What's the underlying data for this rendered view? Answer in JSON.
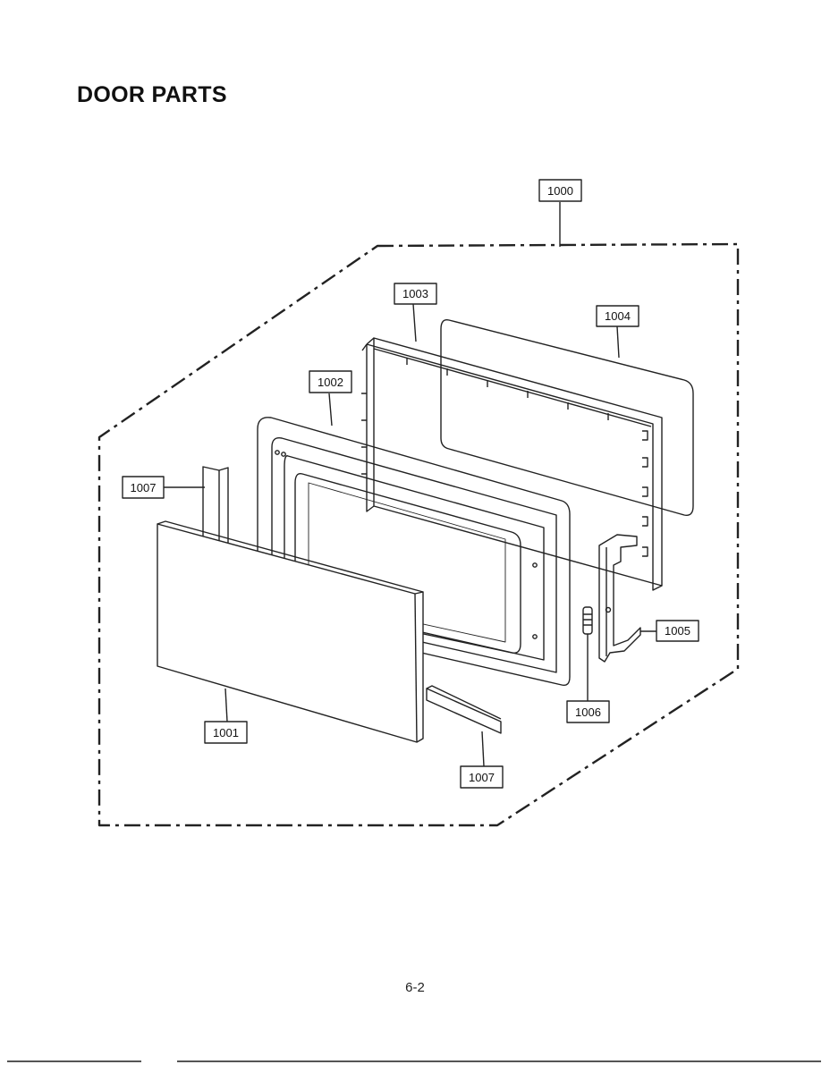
{
  "page": {
    "title": "DOOR PARTS",
    "page_number": "6-2"
  },
  "callouts": {
    "assembly": "1000",
    "front_panel": "1001",
    "door_frame": "1002",
    "choke_frame": "1003",
    "screen": "1004",
    "latch_hook": "1005",
    "spring": "1006",
    "seal_left": "1007",
    "seal_bottom": "1007"
  }
}
